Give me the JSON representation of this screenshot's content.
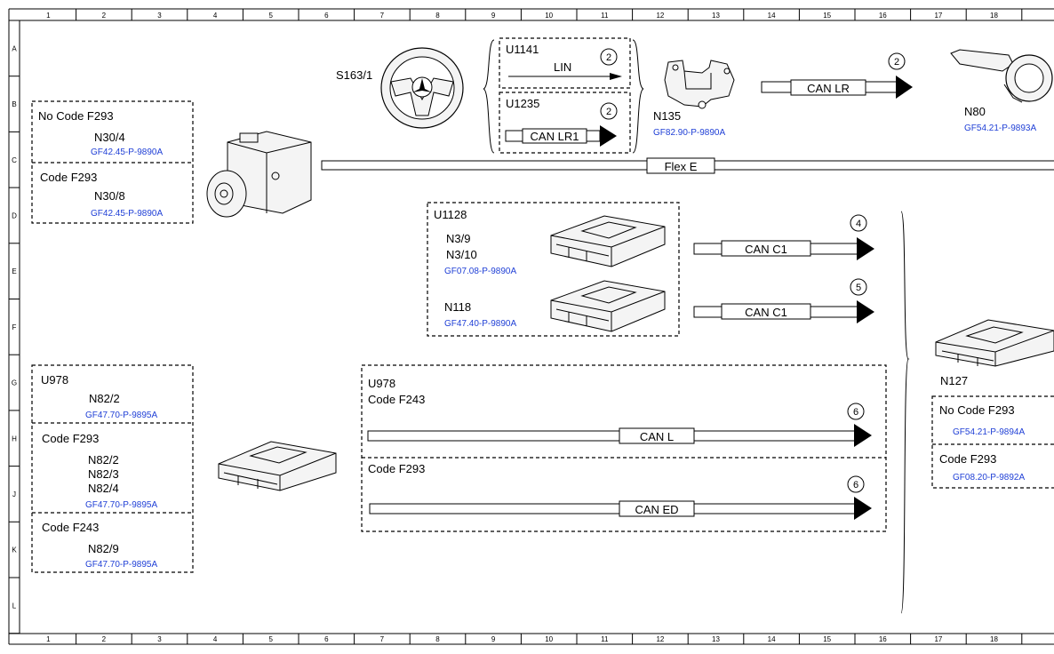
{
  "grid": {
    "columns": [
      "1",
      "2",
      "3",
      "4",
      "5",
      "6",
      "7",
      "8",
      "9",
      "10",
      "11",
      "12",
      "13",
      "14",
      "15",
      "16",
      "17",
      "18"
    ],
    "rows": [
      "A",
      "B",
      "C",
      "D",
      "E",
      "F",
      "G",
      "H",
      "J",
      "K",
      "L"
    ]
  },
  "components": {
    "s163": {
      "name": "S163/1"
    },
    "n135": {
      "name": "N135",
      "ref": "GF82.90-P-9890A"
    },
    "n80": {
      "name": "N80",
      "ref": "GF54.21-P-9893A"
    },
    "n30_box": {
      "no_code": "No Code F293",
      "n304": "N30/4",
      "ref1": "GF42.45-P-9890A",
      "code": "Code F293",
      "n308": "N30/8",
      "ref2": "GF42.45-P-9890A"
    },
    "u1141_box": {
      "code": "U1141",
      "bus": "LIN",
      "marker": "2"
    },
    "u1235_box": {
      "code": "U1235",
      "bus": "CAN LR1",
      "marker": "2"
    },
    "can_lr": {
      "bus": "CAN LR",
      "marker": "2"
    },
    "flex_e": {
      "bus": "Flex E"
    },
    "u1128_box": {
      "code": "U1128",
      "n39": "N3/9",
      "n310": "N3/10",
      "ref1": "GF07.08-P-9890A",
      "n118": "N118",
      "ref2": "GF47.40-P-9890A",
      "bus1": "CAN C1",
      "marker1": "4",
      "bus2": "CAN C1",
      "marker2": "5"
    },
    "n82_box": {
      "u978": "U978",
      "n822_a": "N82/2",
      "ref1": "GF47.70-P-9895A",
      "code_f293": "Code F293",
      "n822_b": "N82/2",
      "n823": "N82/3",
      "n824": "N82/4",
      "ref2": "GF47.70-P-9895A",
      "code_f243": "Code F243",
      "n829": "N82/9",
      "ref3": "GF47.70-P-9895A"
    },
    "can_box": {
      "u978": "U978",
      "code_f243": "Code F243",
      "bus_l": "CAN L",
      "marker_l": "6",
      "code_f293": "Code F293",
      "bus_ed": "CAN ED",
      "marker_ed": "6"
    },
    "n127": {
      "name": "N127",
      "no_code": "No Code F293",
      "ref1": "GF54.21-P-9894A",
      "code": "Code F293",
      "ref2": "GF08.20-P-9892A"
    }
  }
}
